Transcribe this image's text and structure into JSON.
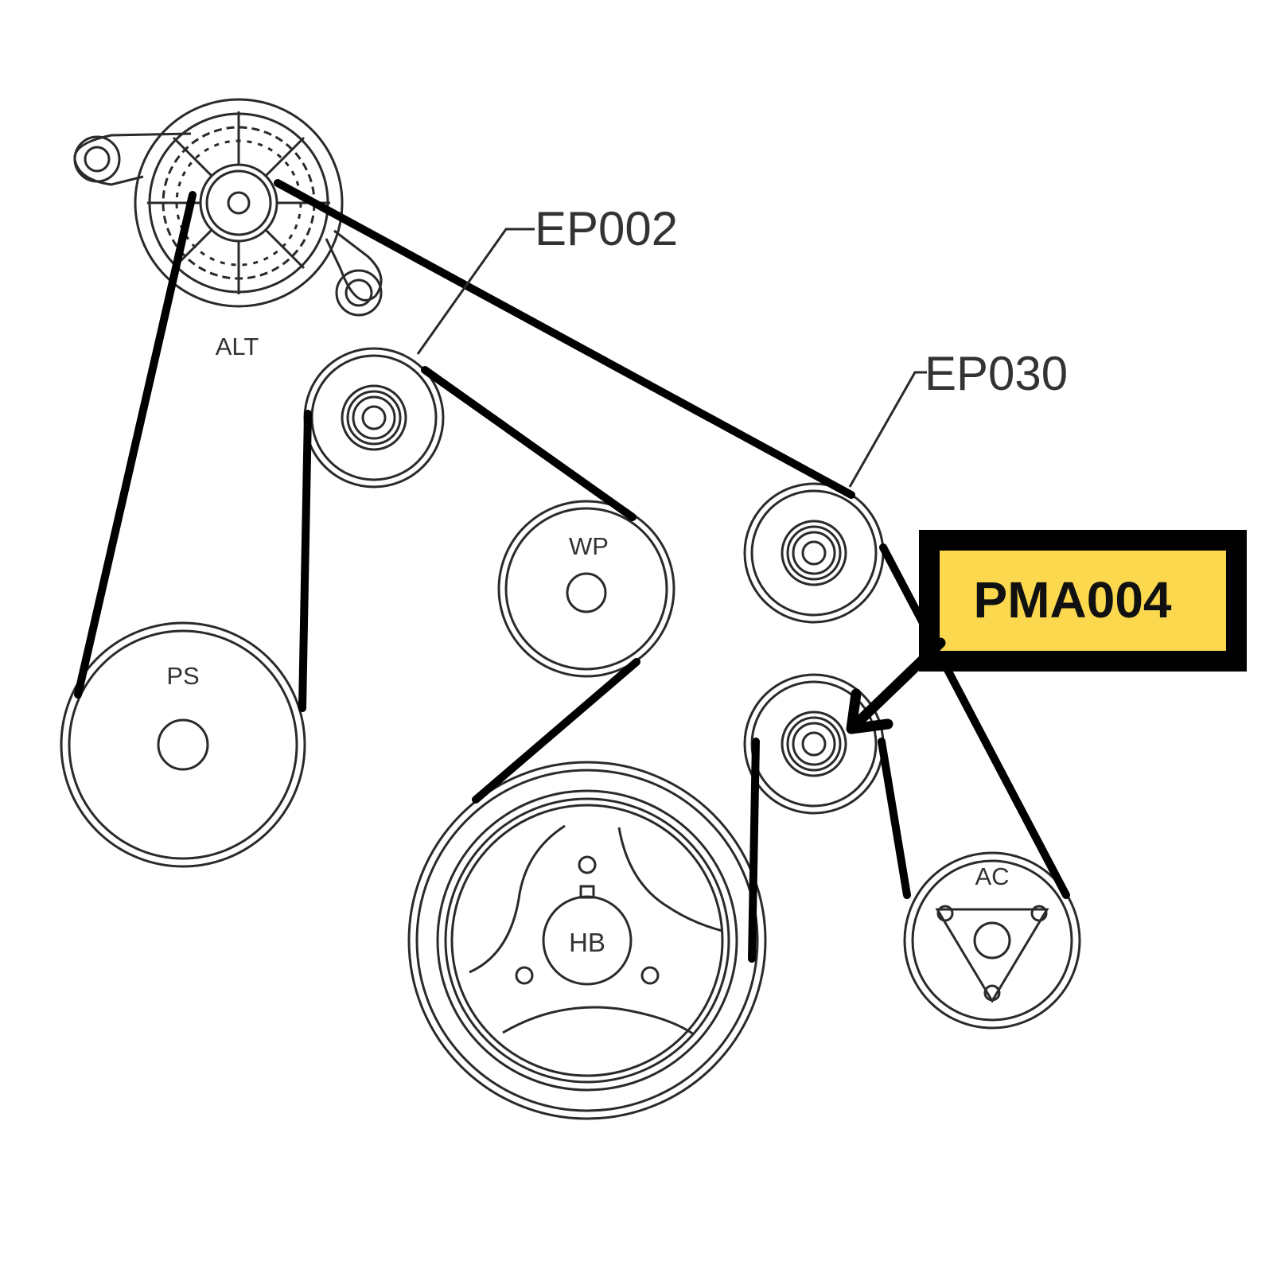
{
  "pulleys": {
    "alt": {
      "label": "ALT"
    },
    "ps": {
      "label": "PS"
    },
    "wp": {
      "label": "WP"
    },
    "hb": {
      "label": "HB"
    },
    "ac": {
      "label": "AC"
    }
  },
  "callouts": {
    "idler_upper_left": {
      "code": "EP002"
    },
    "idler_upper_right": {
      "code": "EP030"
    },
    "idler_lower": {
      "code": "PMA004"
    }
  },
  "colors": {
    "highlight_fill": "#fbd84e",
    "highlight_border": "#000000",
    "belt": "#000000",
    "line_art": "#2a2a2a"
  },
  "icons": {
    "arrow": "arrow-down-left-icon"
  }
}
